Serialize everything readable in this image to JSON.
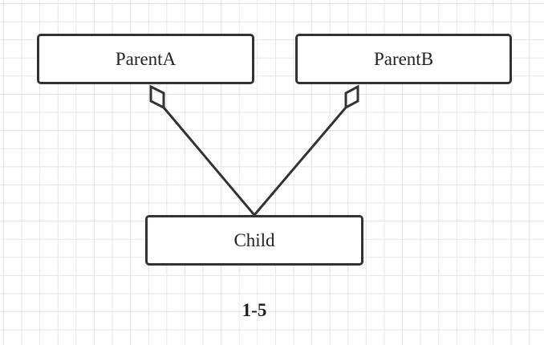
{
  "diagram": {
    "nodes": {
      "parent_a": "ParentA",
      "parent_b": "ParentB",
      "child": "Child"
    },
    "edges": [
      {
        "from": "child",
        "to": "parent_a",
        "end_marker": "hollow-diamond"
      },
      {
        "from": "child",
        "to": "parent_b",
        "end_marker": "hollow-diamond"
      }
    ],
    "caption": "1-5",
    "colors": {
      "stroke": "#333333",
      "text": "#222222",
      "grid": "#e6e6e6",
      "background": "#ffffff"
    }
  }
}
